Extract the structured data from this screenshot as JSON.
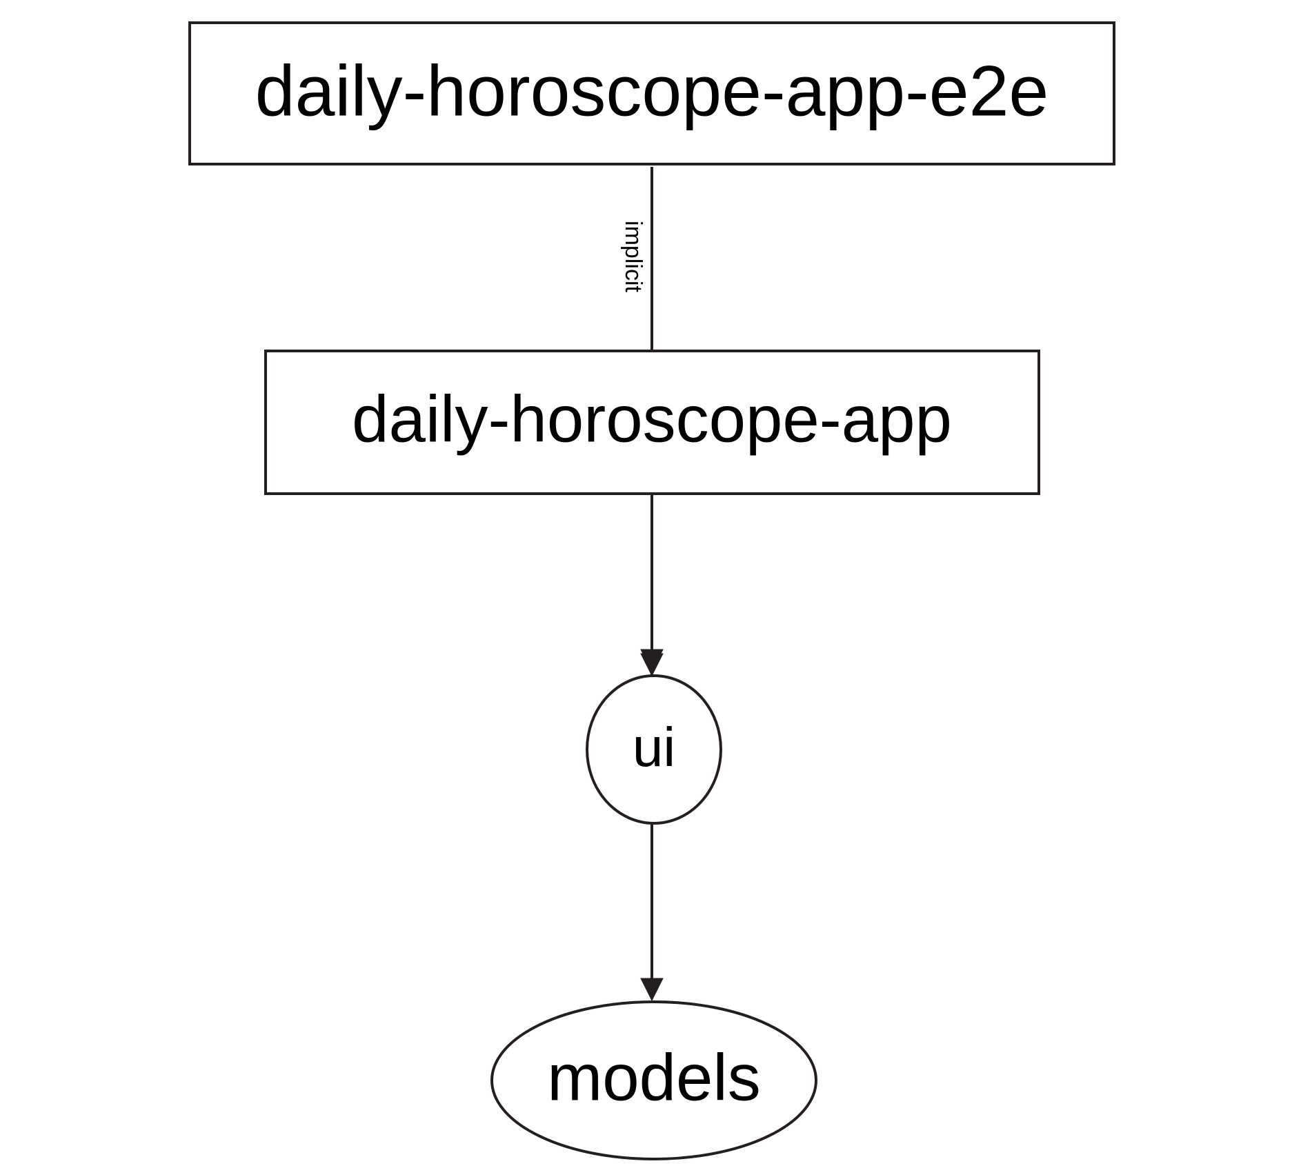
{
  "diagram": {
    "type": "dependency-graph",
    "orientation": "top-to-bottom",
    "background_color": "#ffffff",
    "stroke_color": "#231f20",
    "text_color": "#000000",
    "nodes": [
      {
        "id": "daily-horoscope-app-e2e",
        "label": "daily-horoscope-app-e2e",
        "shape": "rectangle"
      },
      {
        "id": "daily-horoscope-app",
        "label": "daily-horoscope-app",
        "shape": "rectangle"
      },
      {
        "id": "ui",
        "label": "ui",
        "shape": "ellipse"
      },
      {
        "id": "models",
        "label": "models",
        "shape": "ellipse"
      }
    ],
    "edges": [
      {
        "from": "daily-horoscope-app-e2e",
        "to": "daily-horoscope-app",
        "label": "implicit",
        "label_orientation": "vertical"
      },
      {
        "from": "daily-horoscope-app",
        "to": "ui",
        "label": ""
      },
      {
        "from": "ui",
        "to": "models",
        "label": ""
      }
    ]
  }
}
